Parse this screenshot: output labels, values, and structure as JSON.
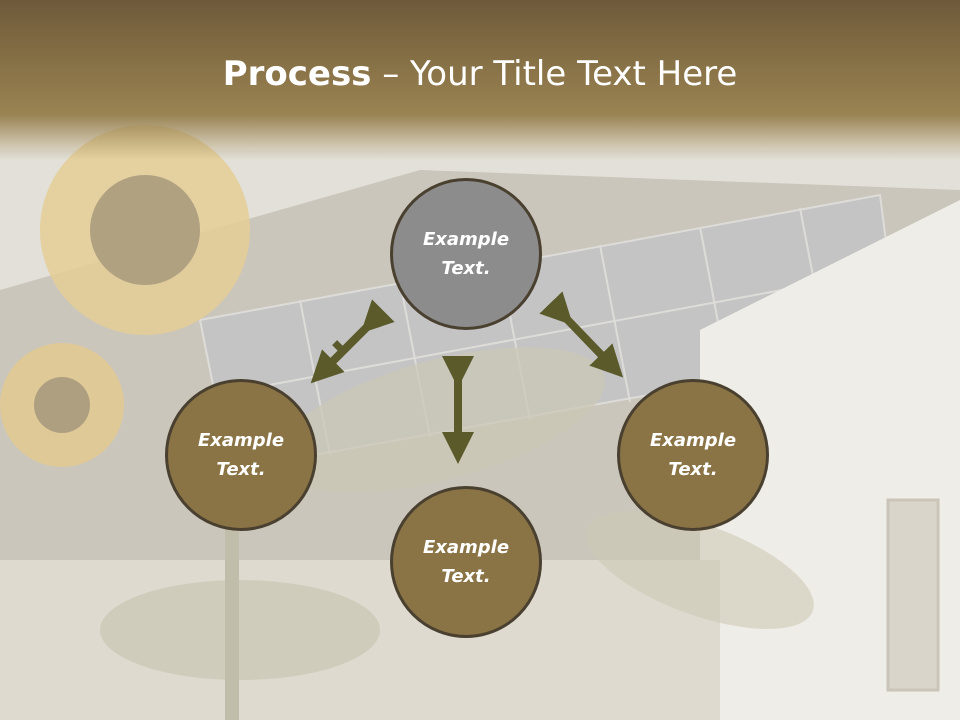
{
  "title": {
    "bold": "Process",
    "rest": " – Your Title Text Here"
  },
  "nodes": [
    {
      "line1": "Example",
      "line2": "Text."
    },
    {
      "line1": "Example",
      "line2": "Text."
    },
    {
      "line1": "Example",
      "line2": "Text."
    },
    {
      "line1": "Example",
      "line2": "Text."
    }
  ],
  "colors": {
    "header": "#8a7448",
    "top_circle": "#8c8c8c",
    "circle": "#8a7446",
    "arrow": "#5b5a2a"
  },
  "background_image": "faded photo of a house roof with solar panels and sunflowers"
}
